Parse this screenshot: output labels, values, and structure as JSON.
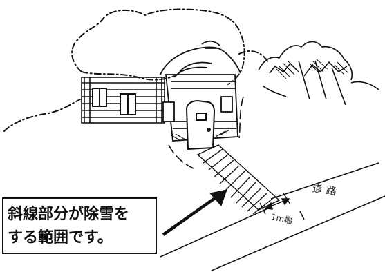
{
  "callout": {
    "line1": "斜線部分が除雪を",
    "line2": "する範囲です。"
  },
  "road_label": "道 路",
  "width_label": "1m幅",
  "colors": {
    "ink": "#111111",
    "background": "#ffffff"
  }
}
